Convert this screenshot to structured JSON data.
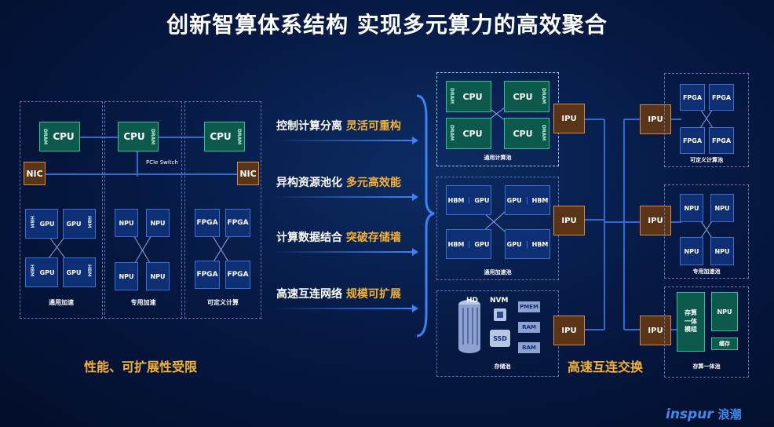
{
  "title": "创新智算体系结构  实现多元算力的高效聚合",
  "left": {
    "cpu": "CPU",
    "dram": "DRAM",
    "nic": "NIC",
    "pcie": "PCIe Switch",
    "gpu": "GPU",
    "hbm": "HBM",
    "npu": "NPU",
    "fpga": "FPGA",
    "col_labels": [
      "通用加速",
      "专用加速",
      "可定义计算"
    ],
    "limit": "性能、可扩展性受限"
  },
  "arrows": [
    {
      "main": "控制计算分离",
      "hl": "灵活可重构"
    },
    {
      "main": "异构资源池化",
      "hl": "多元高效能"
    },
    {
      "main": "计算数据结合",
      "hl": "突破存储墙"
    },
    {
      "main": "高速互连网络",
      "hl": "规模可扩展"
    }
  ],
  "pools": {
    "general_compute": "通用计算池",
    "general_accel": "通用加速池",
    "storage": "存储池",
    "fpga_pool": "可定义计算池",
    "npu_pool": "专用加速池",
    "storage_compute": "存算一体池"
  },
  "storage_items": {
    "hd": "HD",
    "nvm": "NVM",
    "pmem": "PMEM",
    "ssd": "SSD",
    "ram": "RAM"
  },
  "ipu": "IPU",
  "sc_module": "存算\n一体\n模组",
  "cache": "缓存",
  "interconnect": "高速互连交换",
  "brand": {
    "en": "inspur",
    "cn": "浪潮"
  },
  "colors": {
    "accent": "#f5b233",
    "teal": "#2fbf9d",
    "blue": "#3b70d0",
    "ipu": "#d48a44"
  }
}
